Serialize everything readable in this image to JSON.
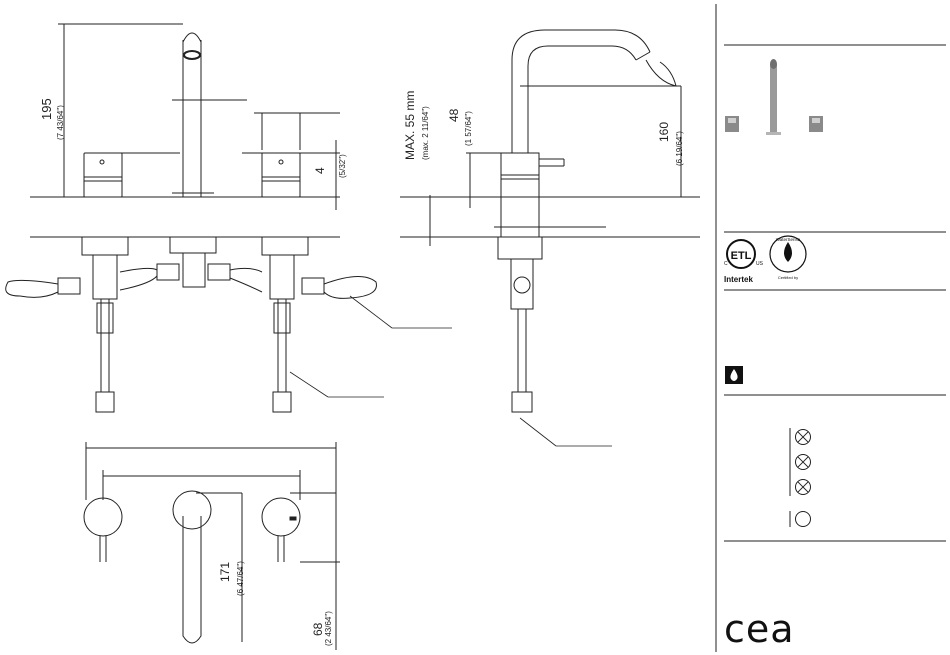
{
  "front_view": {
    "height_mm": "195",
    "height_in": "(7 43/64\")",
    "deck_mm": "4",
    "deck_in": "(5/32\")"
  },
  "side_view": {
    "max_deck_label": "MAX. 55 mm",
    "max_deck_in": "(max. 2 11/64\")",
    "handle_height_mm": "48",
    "handle_height_in": "(1 57/64\")",
    "spout_height_mm": "160",
    "spout_height_in": "(6 19/64\")"
  },
  "top_view": {
    "spout_reach_mm": "171",
    "spout_reach_in": "(6 47/64\")",
    "handle_offset_mm": "68",
    "handle_offset_in": "(2 43/64\")"
  },
  "certifications": {
    "etl_brand": "Intertek",
    "etl_mark": "ETL",
    "etl_c": "C",
    "etl_us": "US",
    "watersense": "WaterSense",
    "watersense_sub": "Certified by"
  },
  "brand": {
    "logo": "cea"
  },
  "icons": {
    "water_drop": "water-drop-icon",
    "options": [
      "crossed-circle",
      "crossed-circle",
      "crossed-circle",
      "empty-circle"
    ]
  }
}
